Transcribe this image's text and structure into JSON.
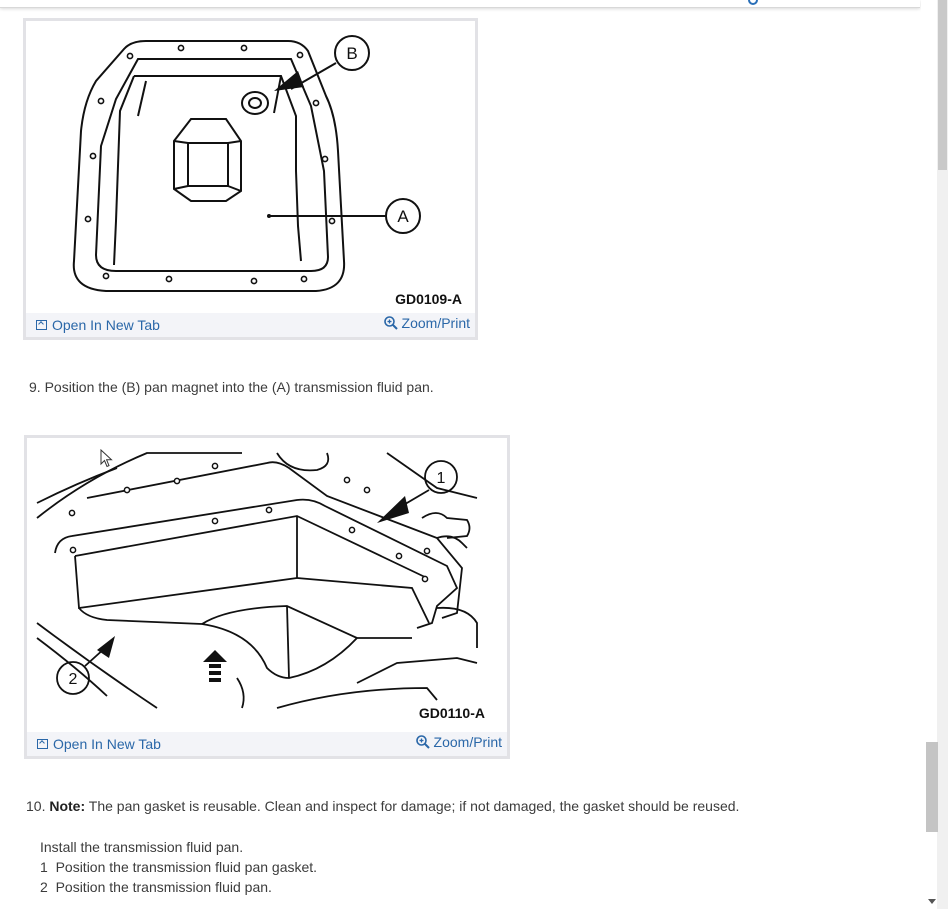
{
  "figures": [
    {
      "code": "GD0109-A",
      "callouts": [
        "A",
        "B"
      ],
      "open_label": "Open In New Tab",
      "zoom_label": "Zoom/Print"
    },
    {
      "code": "GD0110-A",
      "callouts": [
        "1",
        "2"
      ],
      "open_label": "Open In New Tab",
      "zoom_label": "Zoom/Print"
    }
  ],
  "steps": {
    "step9": "9. Position the (B) pan magnet into the (A) transmission fluid pan.",
    "step10_num": "10.",
    "step10_note": "Note:",
    "step10_text": "The pan gasket is reusable. Clean and inspect for damage; if not damaged, the gasket should be reused.",
    "install": "Install the transmission fluid pan.",
    "sub1": "1  Position the transmission fluid pan gasket.",
    "sub2": "2  Position the transmission fluid pan."
  },
  "colors": {
    "link": "#2a67a8",
    "frame": "#e2e2e6",
    "caption_bg": "#f3f4f8"
  }
}
